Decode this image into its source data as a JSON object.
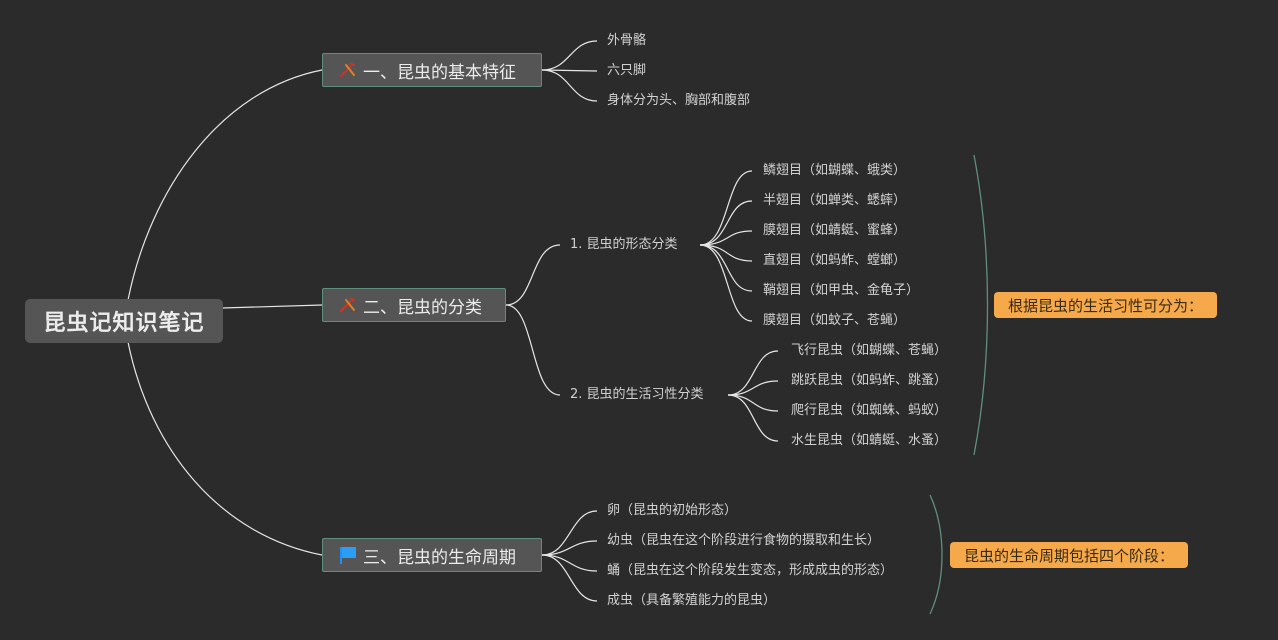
{
  "root": {
    "title": "昆虫记知识笔记"
  },
  "branches": [
    {
      "label": "一、昆虫的基本特征",
      "icon": "tools-icon",
      "leaves": [
        "外骨骼",
        "六只脚",
        "身体分为头、胸部和腹部"
      ]
    },
    {
      "label": "二、昆虫的分类",
      "icon": "tools-icon",
      "subs": [
        {
          "label": "1. 昆虫的形态分类",
          "leaves": [
            "鳞翅目（如蝴蝶、蛾类）",
            "半翅目（如蝉类、蟋蟀）",
            "膜翅目（如蜻蜓、蜜蜂）",
            "直翅目（如蚂蚱、螳螂）",
            "鞘翅目（如甲虫、金龟子）",
            "膜翅目（如蚊子、苍蝇）"
          ]
        },
        {
          "label": "2. 昆虫的生活习性分类",
          "leaves": [
            "飞行昆虫（如蝴蝶、苍蝇）",
            "跳跃昆虫（如蚂蚱、跳蚤）",
            "爬行昆虫（如蜘蛛、蚂蚁）",
            "水生昆虫（如蜻蜓、水蚤）"
          ]
        }
      ],
      "summary": "根据昆虫的生活习性可分为："
    },
    {
      "label": "三、昆虫的生命周期",
      "icon": "blue-flag-icon",
      "leaves": [
        "卵（昆虫的初始形态）",
        "幼虫（昆虫在这个阶段进行食物的摄取和生长）",
        "蛹（昆虫在这个阶段发生变态，形成成虫的形态）",
        "成虫（具备繁殖能力的昆虫）"
      ],
      "summary": "昆虫的生命周期包括四个阶段："
    }
  ],
  "colors": {
    "background": "#2b2b2b",
    "node_fill": "#555555",
    "branch_border": "#5e8f7f",
    "summary_fill": "#f5a94a",
    "bracket": "#5e8f7f",
    "connector": "#e6e6e6"
  }
}
